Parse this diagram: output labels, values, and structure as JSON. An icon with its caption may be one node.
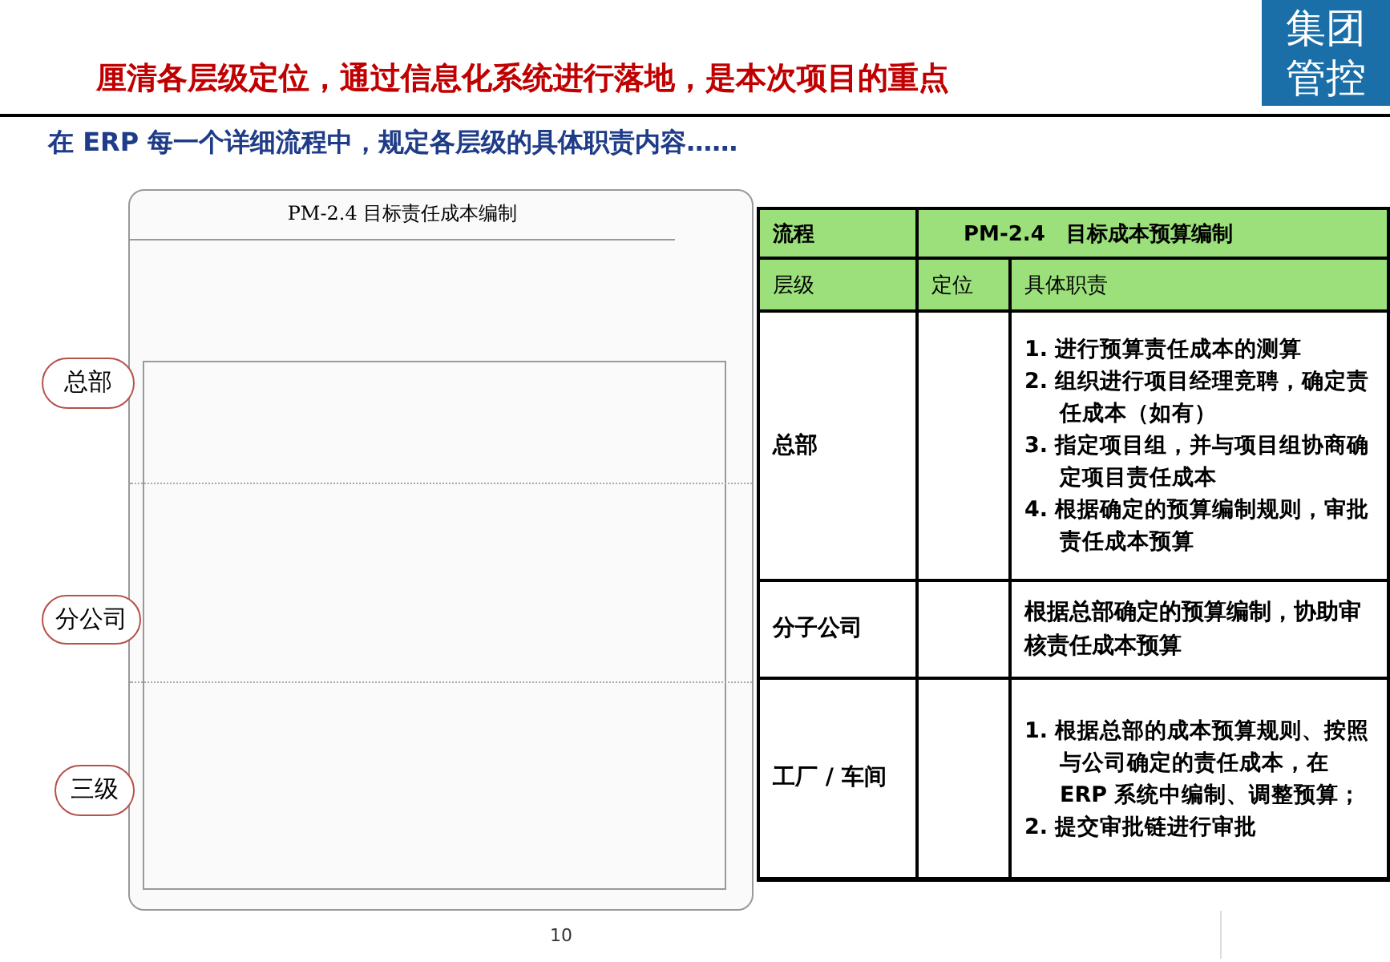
{
  "diagram": {
    "title": "厘清各层级定位，通过信息化系统进行落地，是本次项目的重点",
    "nodes": [
      {
        "text": [
          "集团管控"
        ]
      },
      {
        "text": [
          "PM-2.4 目标责任成本编制"
        ]
      },
      {
        "text": [
          "总部"
        ]
      },
      {
        "text": [
          "分公司"
        ]
      },
      {
        "text": [
          "三级"
        ]
      }
    ],
    "labels": [
      "在 ERP 每一个详细流程中，规定各层级的具体职责内容……",
      "流程",
      "PM-2.4　目标成本预算编制",
      "层级",
      "定位",
      "具体职责",
      "总部",
      "1. 进行预算责任成本的测算",
      "2. 组织进行项目经理竞聘，确定责任成本（如有）",
      "3. 指定项目组，并与项目组协商确定项目责任成本",
      "4. 根据确定的预算编制规则，审批责任成本预算",
      "分子公司",
      "根据总部确定的预算编制，协助审核责任成本预算",
      "工厂 / 车间",
      "1. 根据总部的成本预算规则、按照与公司确定的责任成本，在 ERP 系统中编制、调整预算；",
      "2. 提交审批链进行审批",
      "10"
    ]
  }
}
